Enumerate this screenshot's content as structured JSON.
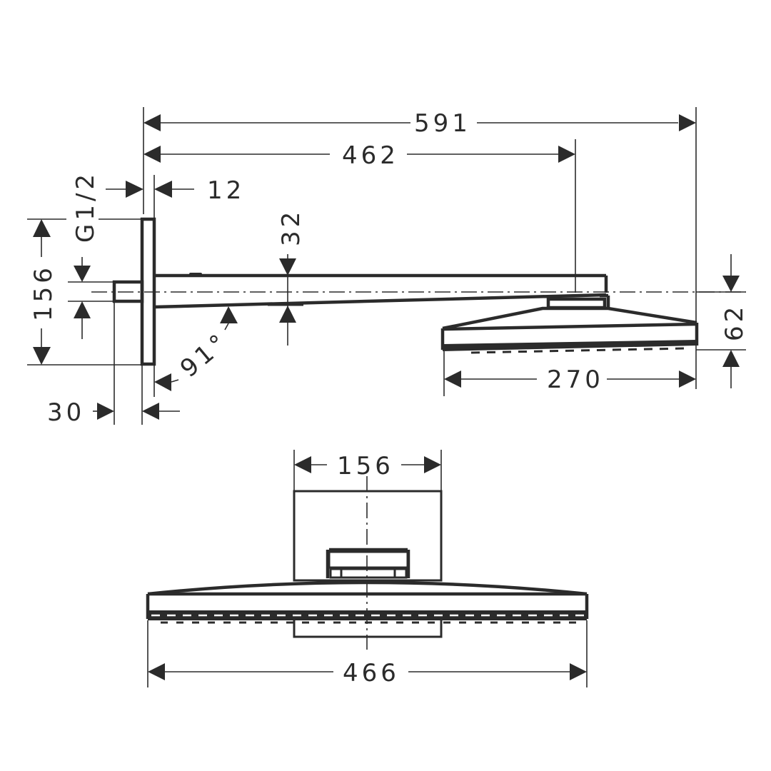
{
  "drawing": {
    "type": "technical dimension drawing",
    "subject": "overhead shower with wall arm",
    "side_view": {
      "dimensions": {
        "overall_length": "591",
        "arm_length": "462",
        "flange_thickness": "12",
        "thread": "G1/2",
        "flange_height": "156",
        "arm_height": "32",
        "angle": "91°",
        "thread_length": "30",
        "shower_head_width": "270",
        "shower_head_height": "62"
      }
    },
    "front_view": {
      "dimensions": {
        "flange_width": "156",
        "shower_head_width": "466"
      }
    },
    "line_color": "#2b2b2b",
    "background_color": "#ffffff"
  }
}
